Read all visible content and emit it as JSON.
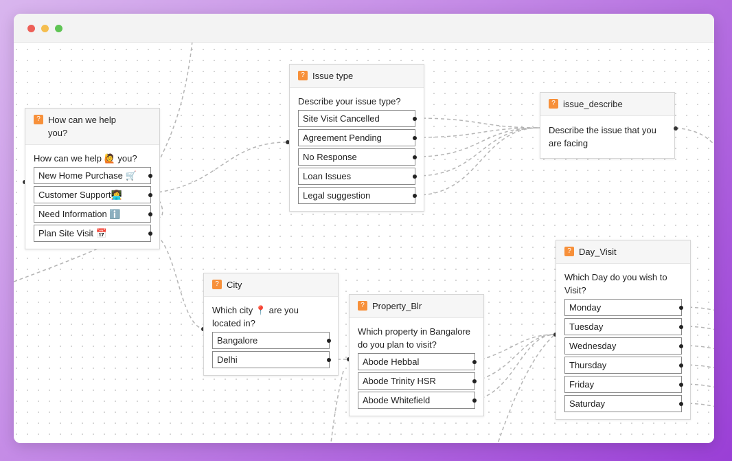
{
  "window": {
    "controls": [
      {
        "name": "close",
        "color": "#ed5f57"
      },
      {
        "name": "minimize",
        "color": "#f5be4f"
      },
      {
        "name": "maximize",
        "color": "#5fc454"
      }
    ]
  },
  "accent": "#f7903a",
  "nodes": {
    "help": {
      "title": "How can we help you?",
      "prompt": "How can we help 🙋 you?",
      "options": [
        "New Home Purchase 🛒",
        "Customer Support👩‍💻",
        "Need Information ℹ️",
        "Plan Site Visit 📅"
      ]
    },
    "issue": {
      "title": "Issue type",
      "prompt": "Describe your issue type?",
      "options": [
        "Site Visit Cancelled",
        "Agreement Pending",
        "No Response",
        "Loan Issues",
        "Legal suggestion"
      ]
    },
    "describe": {
      "title": "issue_describe",
      "prompt": "Describe the issue that you are facing"
    },
    "city": {
      "title": "City",
      "prompt": "Which city 📍 are you located in?",
      "options": [
        "Bangalore",
        "Delhi"
      ]
    },
    "property": {
      "title": "Property_Blr",
      "prompt": "Which property in Bangalore do you plan to visit?",
      "options": [
        "Abode Hebbal",
        "Abode Trinity HSR",
        "Abode Whitefield"
      ]
    },
    "day": {
      "title": "Day_Visit",
      "prompt": "Which Day do you wish to Visit?",
      "options": [
        "Monday",
        "Tuesday",
        "Wednesday",
        "Thursday",
        "Friday",
        "Saturday"
      ]
    }
  }
}
